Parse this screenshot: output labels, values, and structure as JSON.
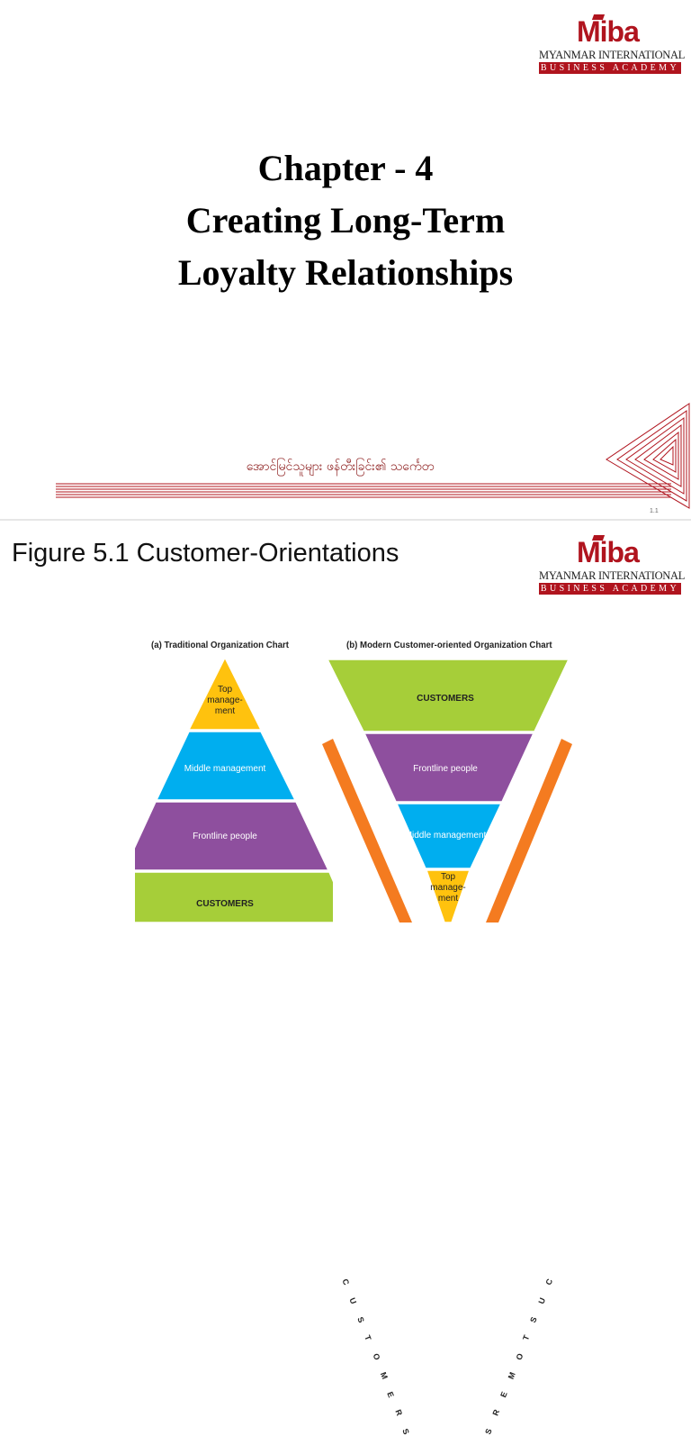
{
  "slide1": {
    "logo": {
      "word": "Miba",
      "line1": "MYANMAR INTERNATIONAL",
      "line2": "BUSINESS ACADEMY"
    },
    "title_lines": [
      "Chapter - 4",
      "Creating Long-Term",
      "Loyalty Relationships"
    ],
    "myanmar_text": "အောင်မြင်သူများ ဖန်တီးခြင်း၏ သင်္ကေတ",
    "slide_number": "1.1",
    "colors": {
      "brand_red": "#b0141e"
    }
  },
  "slide2": {
    "logo": {
      "word": "Miba",
      "line1": "MYANMAR INTERNATIONAL",
      "line2": "BUSINESS ACADEMY"
    },
    "title": "Figure 5.1 Customer-Orientations",
    "traditional": {
      "heading": "(a) Traditional Organization Chart",
      "levels": [
        "Top manage- ment",
        "Middle management",
        "Frontline people",
        "CUSTOMERS"
      ]
    },
    "modern": {
      "heading": "(b) Modern Customer-oriented Organization Chart",
      "levels": [
        "CUSTOMERS",
        "Frontline people",
        "Middle management",
        "Top manage- ment"
      ],
      "side_label": "CUSTOMERS"
    },
    "colors": {
      "top": "#ffc20e",
      "middle": "#00aeef",
      "frontline": "#8e4f9e",
      "customers": "#a6ce39",
      "side": "#f47b20"
    }
  }
}
